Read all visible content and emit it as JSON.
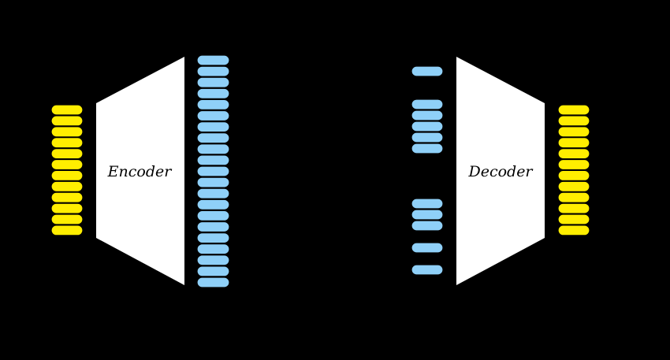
{
  "encoder": {
    "label": "Encoder",
    "fill_color": "#ffffff"
  },
  "decoder": {
    "label": "Decoder",
    "fill_color": "#ffffff"
  },
  "input_layer": {
    "units": 12,
    "color": "#ffee00"
  },
  "latent_layer": {
    "units": 21,
    "color": "#8fd0f8"
  },
  "sparse_latent_layer": {
    "slots": [
      1,
      0,
      0,
      1,
      1,
      1,
      1,
      1,
      0,
      0,
      0,
      0,
      1,
      1,
      1,
      0,
      1,
      0,
      1
    ],
    "color": "#8fd0f8"
  },
  "output_layer": {
    "units": 12,
    "color": "#ffee00"
  },
  "background_color": "#000000"
}
